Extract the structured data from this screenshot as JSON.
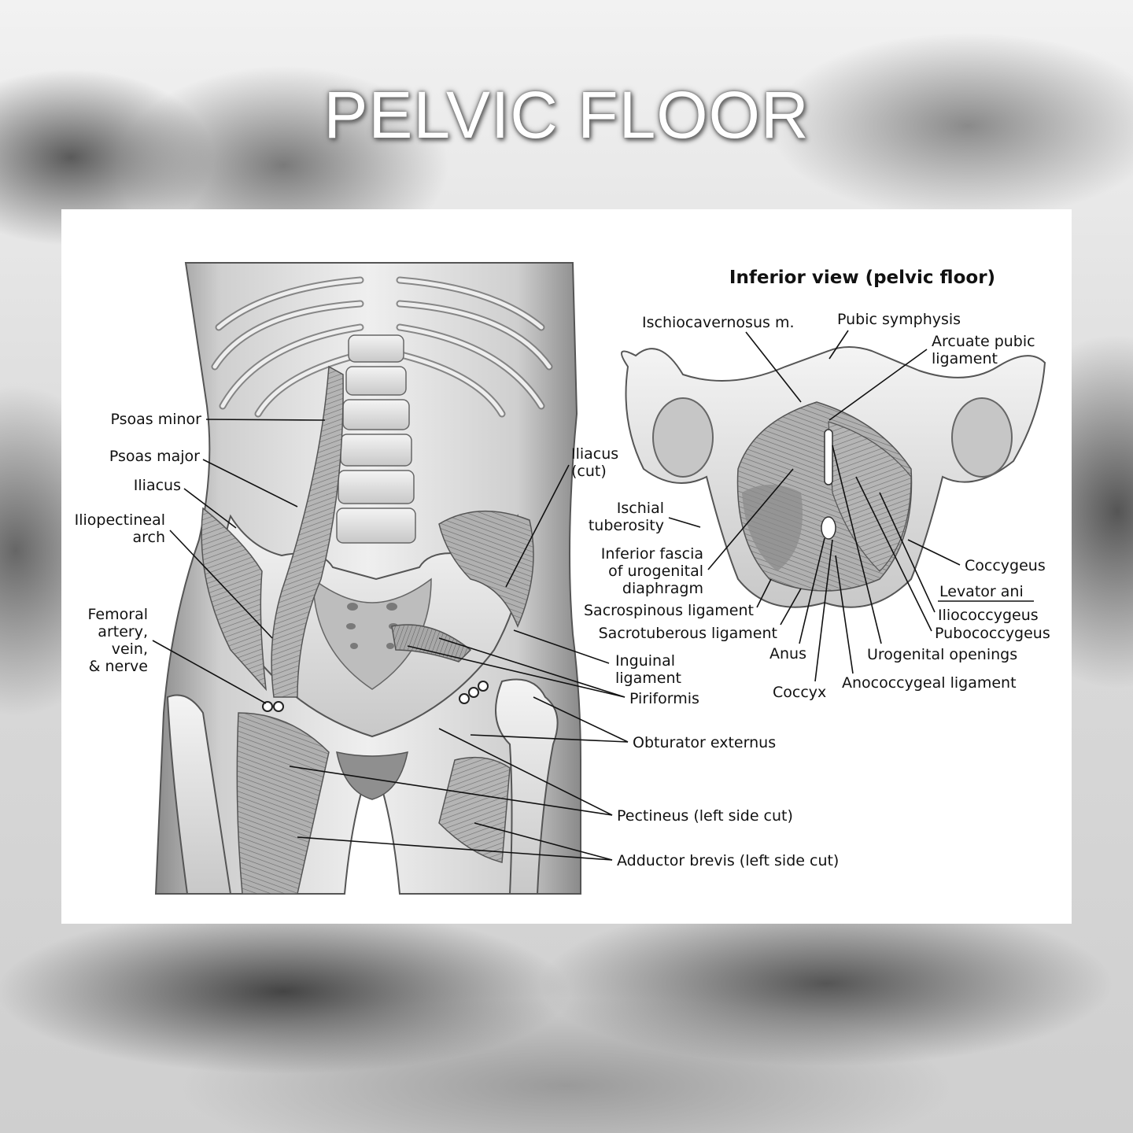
{
  "title": "PELVIC FLOOR",
  "inset_heading": "Inferior view (pelvic floor)",
  "labels": {
    "psoas_minor": "Psoas minor",
    "psoas_major": "Psoas major",
    "iliacus_left": "Iliacus",
    "iliopectineal_1": "Iliopectineal",
    "iliopectineal_2": "arch",
    "femoral_1": "Femoral",
    "femoral_2": "artery,",
    "femoral_3": "vein,",
    "femoral_4": "& nerve",
    "iliacus_cut_1": "Iliacus",
    "iliacus_cut_2": "(cut)",
    "ischial_1": "Ischial",
    "ischial_2": "tuberosity",
    "fascia_1": "Inferior fascia",
    "fascia_2": "of urogenital",
    "fascia_3": "diaphragm",
    "sacrospinous": "Sacrospinous ligament",
    "sacrotuberous": "Sacrotuberous ligament",
    "anus": "Anus",
    "coccyx": "Coccyx",
    "inguinal_1": "Inguinal",
    "inguinal_2": "ligament",
    "piriformis": "Piriformis",
    "obturator": "Obturator externus",
    "pectineus": "Pectineus (left side cut)",
    "adductor": "Adductor brevis (left side cut)",
    "ischiocavernosus": "Ischiocavernosus m.",
    "pubic_symphysis": "Pubic symphysis",
    "arcuate_1": "Arcuate pubic",
    "arcuate_2": "ligament",
    "coccygeus": "Coccygeus",
    "levator_ani": "Levator ani",
    "iliococcygeus": "Iliococcygeus",
    "pubococcygeus": "Pubococcygeus",
    "urogenital_openings": "Urogenital openings",
    "anococcygeal": "Anococcygeal ligament"
  }
}
